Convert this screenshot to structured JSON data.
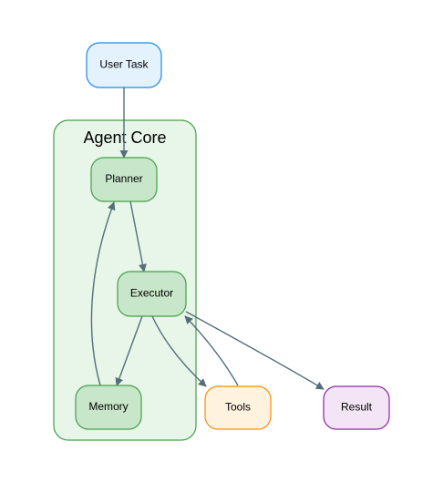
{
  "diagram": {
    "cluster": {
      "label": "Agent Core",
      "fill": "#e8f5e9",
      "stroke": "#43a047"
    },
    "nodes": {
      "user_task": {
        "label": "User Task",
        "fill": "#e3f2fd",
        "stroke": "#1e88e5"
      },
      "planner": {
        "label": "Planner",
        "fill": "#c8e6c9",
        "stroke": "#43a047"
      },
      "executor": {
        "label": "Executor",
        "fill": "#c8e6c9",
        "stroke": "#43a047"
      },
      "memory": {
        "label": "Memory",
        "fill": "#c8e6c9",
        "stroke": "#43a047"
      },
      "tools": {
        "label": "Tools",
        "fill": "#fff3e0",
        "stroke": "#fb8c00"
      },
      "result": {
        "label": "Result",
        "fill": "#f3e5f5",
        "stroke": "#8e24aa"
      }
    },
    "edge_color": "#546e7a",
    "edges": [
      {
        "from": "User Task",
        "to": "Planner"
      },
      {
        "from": "Planner",
        "to": "Executor"
      },
      {
        "from": "Executor",
        "to": "Memory"
      },
      {
        "from": "Memory",
        "to": "Planner"
      },
      {
        "from": "Executor",
        "to": "Tools"
      },
      {
        "from": "Tools",
        "to": "Executor"
      },
      {
        "from": "Executor",
        "to": "Result"
      }
    ]
  }
}
